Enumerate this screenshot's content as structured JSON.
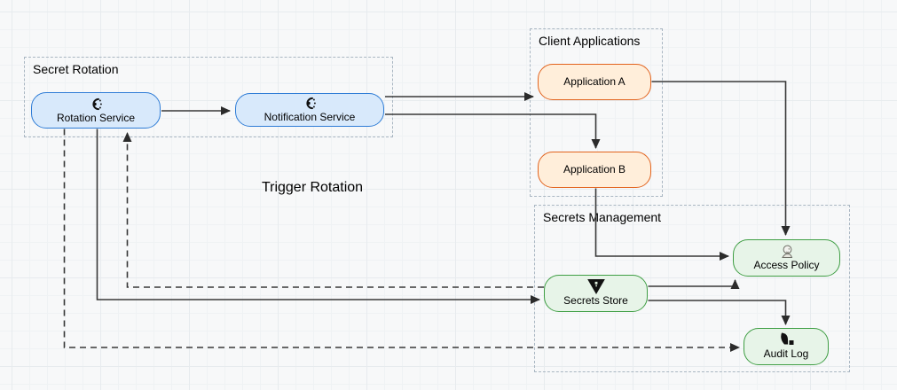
{
  "diagram": {
    "groups": {
      "secret_rotation": {
        "label": "Secret Rotation"
      },
      "client_applications": {
        "label": "Client Applications"
      },
      "secrets_management": {
        "label": "Secrets Management"
      }
    },
    "nodes": {
      "rotation_service": {
        "label": "Rotation Service",
        "icon": "rotate-icon",
        "color_role": "blue"
      },
      "notification_service": {
        "label": "Notification Service",
        "icon": "rotate-icon",
        "color_role": "blue"
      },
      "application_a": {
        "label": "Application A",
        "color_role": "orange"
      },
      "application_b": {
        "label": "Application B",
        "color_role": "orange"
      },
      "access_policy": {
        "label": "Access Policy",
        "icon": "person-icon",
        "color_role": "green"
      },
      "secrets_store": {
        "label": "Secrets Store",
        "icon": "vault-icon",
        "color_role": "green"
      },
      "audit_log": {
        "label": "Audit Log",
        "icon": "audit-chart-icon",
        "color_role": "green"
      }
    },
    "annotations": {
      "trigger_rotation": "Trigger Rotation"
    },
    "edges": [
      {
        "from": "rotation_service",
        "to": "notification_service",
        "style": "solid"
      },
      {
        "from": "notification_service",
        "to": "application_a",
        "style": "solid"
      },
      {
        "from": "notification_service",
        "to": "application_b",
        "style": "solid"
      },
      {
        "from": "application_a",
        "to": "access_policy",
        "style": "solid"
      },
      {
        "from": "application_b",
        "to": "access_policy",
        "style": "solid"
      },
      {
        "from": "secrets_store",
        "to": "access_policy",
        "style": "solid"
      },
      {
        "from": "secrets_store",
        "to": "audit_log",
        "style": "solid"
      },
      {
        "from": "rotation_service",
        "to": "secrets_store",
        "style": "solid"
      },
      {
        "from": "secrets_store",
        "to": "rotation_service",
        "style": "dashed"
      },
      {
        "from": "rotation_service",
        "to": "audit_log",
        "style": "dashed"
      }
    ],
    "colors": {
      "blue_fill": "#d8e9fb",
      "blue_stroke": "#2e7cd6",
      "orange_fill": "#ffeeda",
      "orange_stroke": "#e2631d",
      "green_fill": "#e7f4e8",
      "green_stroke": "#3f9e44",
      "edge_stroke": "#383838",
      "group_border": "#a9b6c2",
      "canvas_background": "#f7f8f9"
    }
  }
}
